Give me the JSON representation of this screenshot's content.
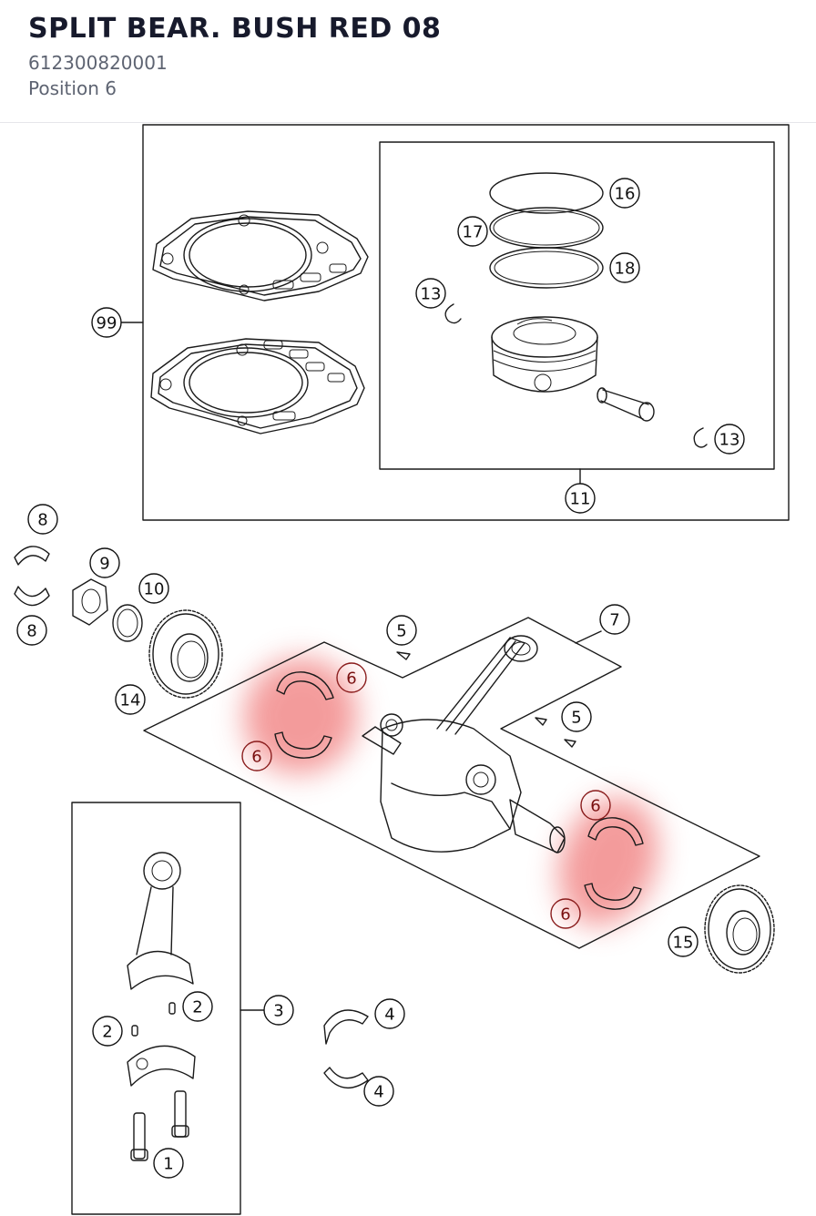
{
  "header": {
    "title": "SPLIT BEAR. BUSH RED 08",
    "part_number": "612300820001",
    "position": "Position 6"
  },
  "diagram": {
    "highlight_color": "#f07a7a",
    "callouts": [
      "99",
      "16",
      "17",
      "18",
      "13",
      "13",
      "11",
      "8",
      "8",
      "9",
      "10",
      "14",
      "5",
      "7",
      "6",
      "6",
      "5",
      "6",
      "6",
      "15",
      "3",
      "2",
      "2",
      "4",
      "4",
      "1"
    ]
  }
}
